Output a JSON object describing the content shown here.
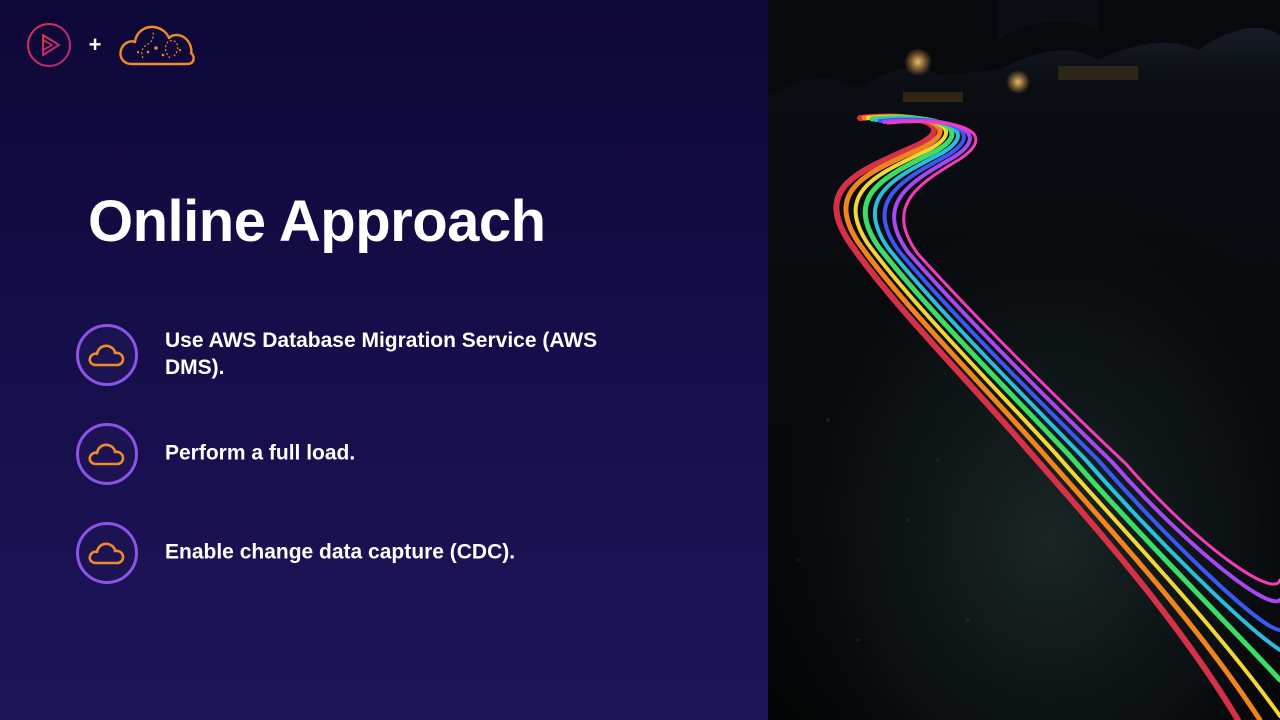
{
  "slide": {
    "title": "Online Approach",
    "bullets": [
      {
        "icon": "cloud-icon",
        "text": "Use AWS Database Migration Service (AWS DMS)."
      },
      {
        "icon": "cloud-icon",
        "text": "Perform a full load."
      },
      {
        "icon": "cloud-icon",
        "text": "Enable change data capture (CDC)."
      }
    ]
  },
  "header": {
    "plus": "+",
    "logos": [
      "pluralsight-play-icon",
      "aws-cloud-icon"
    ]
  },
  "colors": {
    "background_top": "#0e0838",
    "background_bottom": "#1d1459",
    "badge_ring": "#8b54e6",
    "cloud_orange": "#f08a2c",
    "logo_red": "#e0334a",
    "logo_magenta": "#b0287a"
  },
  "photo": {
    "subject": "light-trail-photo"
  }
}
